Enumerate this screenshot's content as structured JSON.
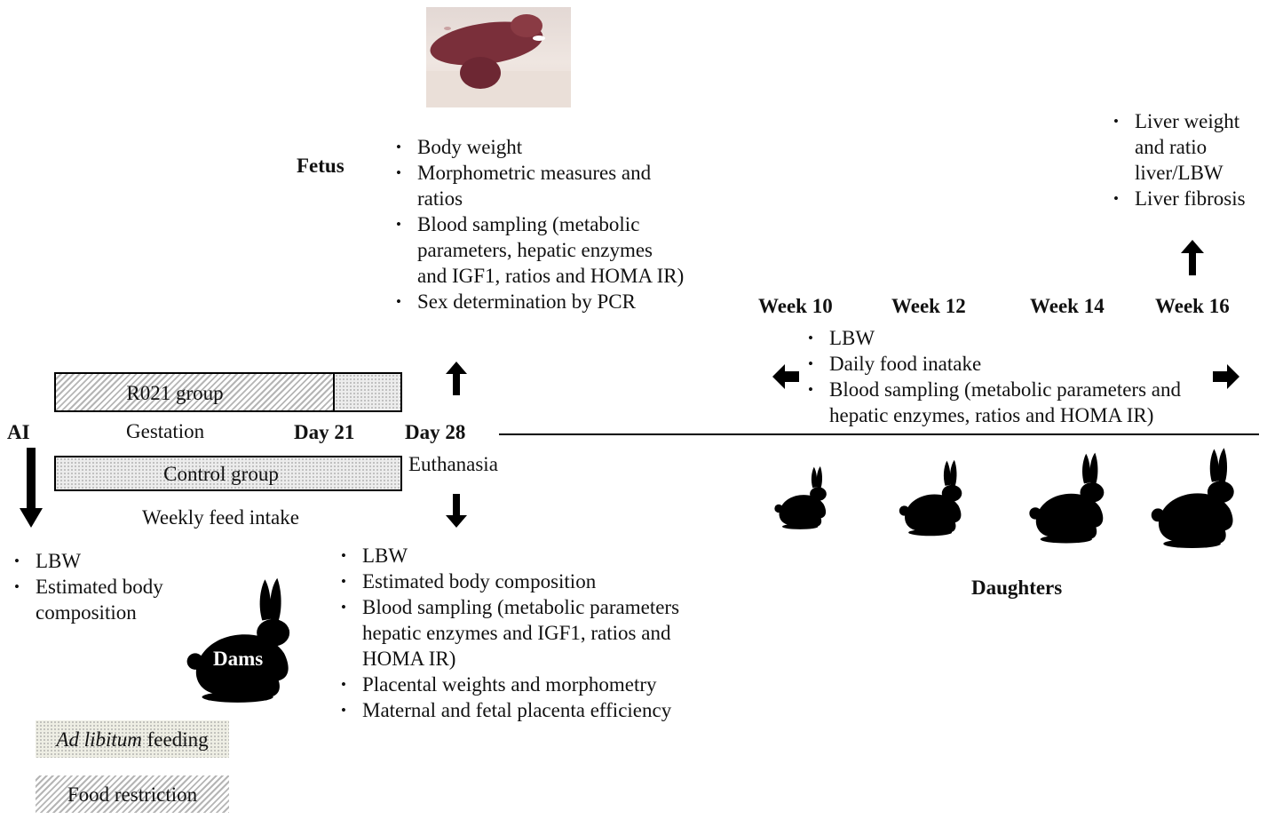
{
  "timeline": {
    "ai": "AI",
    "gestation": "Gestation",
    "day21": "Day 21",
    "day28": "Day 28",
    "euthanasia": "Euthanasia",
    "weekly_feed_intake": "Weekly feed intake"
  },
  "groups": {
    "r021": "R021 group",
    "control": "Control  group"
  },
  "fetus": {
    "title": "Fetus",
    "items": [
      "Body weight",
      "Morphometric measures and",
      "ratios",
      "Blood sampling (metabolic",
      "parameters, hepatic enzymes",
      "and IGF1, ratios and HOMA IR)",
      "Sex determination by PCR"
    ]
  },
  "dams": {
    "title": "Dams",
    "ai_items": [
      "LBW",
      "Estimated body",
      "composition"
    ],
    "day28_items": [
      "LBW",
      "Estimated body composition",
      "Blood sampling (metabolic parameters",
      "hepatic enzymes and IGF1, ratios and",
      "HOMA IR)",
      "Placental weights and morphometry",
      "Maternal and fetal placenta efficiency"
    ]
  },
  "daughters": {
    "title": "Daughters",
    "weeks": [
      "Week 10",
      "Week 12",
      "Week 14",
      "Week 16"
    ],
    "period_items": [
      "LBW",
      "Daily  food inatake",
      "Blood sampling (metabolic parameters and",
      "hepatic enzymes, ratios and HOMA IR)"
    ],
    "week16_items": [
      "Liver weight",
      "and ratio",
      "liver/LBW",
      "Liver  fibrosis"
    ]
  },
  "legend": {
    "ad_libitum_italic": "Ad libitum",
    "ad_libitum_rest": " feeding",
    "food_restriction": "Food restriction"
  }
}
